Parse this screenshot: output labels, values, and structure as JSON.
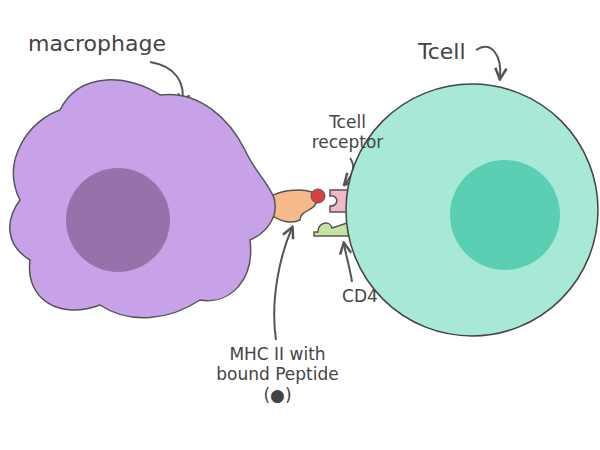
{
  "diagram": {
    "nodes": [
      {
        "text": [
          "macrophage"
        ]
      },
      {
        "text": [
          "Tcell"
        ]
      }
    ],
    "labels": [
      "Tcell receptor",
      "CD4",
      "MHC II with bound Peptide (●)"
    ]
  }
}
